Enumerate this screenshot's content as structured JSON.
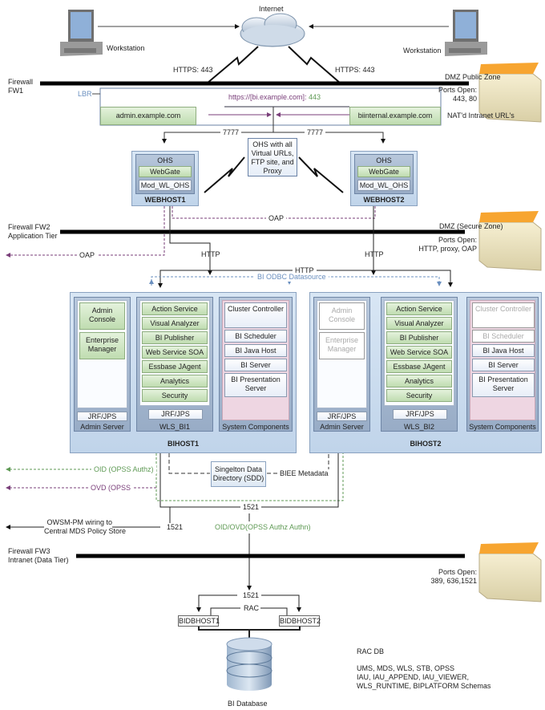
{
  "top": {
    "internet": "Internet",
    "workstation_left": "Workstation",
    "workstation_right": "Workstation",
    "https_left": "HTTPS: 443",
    "https_right": "HTTPS: 443"
  },
  "fw1": {
    "name_line1": "Firewall",
    "name_line2": "FW1",
    "zone": "DMZ Public Zone",
    "ports_line1": "Ports Open:",
    "ports_line2": "443, 80"
  },
  "lbr": {
    "label": "LBR",
    "url_prefix": "https://[bi.example.com]:",
    "url_port": " 443",
    "admin_url": "admin.example.com",
    "internal_url": "biinternal.example.com",
    "nat_note": "NAT'd Intranet URL's"
  },
  "ports": {
    "left_7777": "7777",
    "right_7777": "7777"
  },
  "ohs_note": {
    "lines": [
      "OHS with all",
      "Virtual URLs,",
      "FTP site, and",
      "Proxy"
    ]
  },
  "webhosts": [
    {
      "ohs": "OHS",
      "webgate": "WebGate",
      "mod": "Mod_WL_OHS",
      "name": "WEBHOST1"
    },
    {
      "ohs": "OHS",
      "webgate": "WebGate",
      "mod": "Mod_WL_OHS",
      "name": "WEBHOST2"
    }
  ],
  "fw2": {
    "name_line1": "Firewall FW2",
    "name_line2": "Application Tier",
    "zone": "DMZ (Secure Zone)",
    "ports_line1": "Ports Open:",
    "ports_line2": "HTTP, proxy, OAP",
    "oap_top": "OAP",
    "oap_left": "OAP",
    "http_left": "HTTP",
    "http_right": "HTTP",
    "http_mid": "HTTP",
    "odbc": "BI ODBC Datasource"
  },
  "bihosts": [
    {
      "name": "BIHOST1",
      "admin": {
        "items": [
          "Admin Console",
          "Enterprise Manager"
        ],
        "jrf": "JRF/JPS",
        "label": "Admin Server",
        "ghost": false
      },
      "wls": {
        "items": [
          "Action Service",
          "Visual Analyzer",
          "BI Publisher",
          "Web Service SOA",
          "Essbase JAgent",
          "Analytics",
          "Security"
        ],
        "jrf": "JRF/JPS",
        "label": "WLS_BI1"
      },
      "sys": {
        "items": [
          "Cluster Controller",
          "BI Scheduler",
          "BI Java Host",
          "BI Server",
          "BI Presentation Server"
        ],
        "label": "System Components",
        "ghost_count": 0
      }
    },
    {
      "name": "BIHOST2",
      "admin": {
        "items": [
          "Admin Console",
          "Enterprise Manager"
        ],
        "jrf": "JRF/JPS",
        "label": "Admin Server",
        "ghost": true
      },
      "wls": {
        "items": [
          "Action Service",
          "Visual Analyzer",
          "BI Publisher",
          "Web Service SOA",
          "Essbase JAgent",
          "Analytics",
          "Security"
        ],
        "jrf": "JRF/JPS",
        "label": "WLS_BI2"
      },
      "sys": {
        "items": [
          "Cluster Controller",
          "BI Scheduler",
          "BI Java Host",
          "BI Server",
          "BI Presentation Server"
        ],
        "label": "System Components",
        "ghost_count": 2
      }
    }
  ],
  "lower": {
    "oid": "OID (OPSS Authz)",
    "ovd": "OVD (OPSS",
    "sdd_line1": "Singelton Data",
    "sdd_line2": "Directory (SDD)",
    "biee": "BIEE Metadata",
    "port_1521_mid": "1521",
    "port_1521_left": "1521",
    "owsm_line1": "OWSM-PM wiring to",
    "owsm_line2": "Central MDS Policy Store",
    "oid_ovd": "OID/OVD(OPSS Authz Authn)"
  },
  "fw3": {
    "name_line1": "Firewall FW3",
    "name_line2": "Intranet (Data Tier)",
    "ports_line1": "Ports Open:",
    "ports_line2": "389, 636,1521"
  },
  "db": {
    "port": "1521",
    "rac": "RAC",
    "host1": "BIDBHOST1",
    "host2": "BIDBHOST2",
    "rac_db": "RAC DB",
    "schemas": [
      "UMS, MDS, WLS, STB, OPSS",
      "IAU, IAU_APPEND, IAU_VIEWER,",
      "WLS_RUNTIME, BIPLATFORM Schemas"
    ],
    "name": "BI Database"
  },
  "colors": {
    "purple": "#7a3f7a",
    "green": "#5f9a55",
    "blue": "#6a8fbf"
  }
}
